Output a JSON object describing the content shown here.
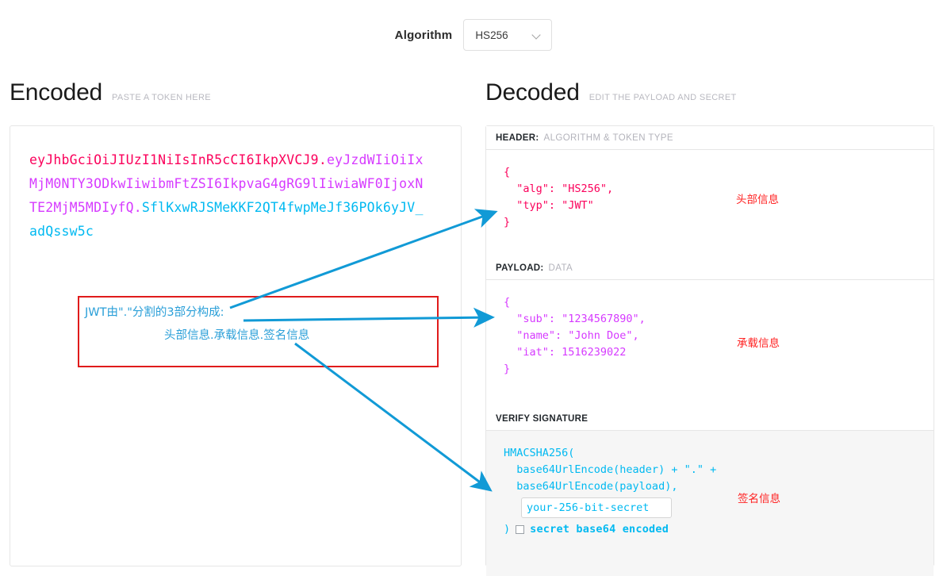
{
  "toolbar": {
    "algorithm_label": "Algorithm",
    "algorithm_value": "HS256",
    "chevron_icon": "chevron-down-icon"
  },
  "encoded": {
    "title": "Encoded",
    "subtitle": "PASTE A TOKEN HERE",
    "token": {
      "header": "eyJhbGciOiJIUzI1NiIsInR5cCI6IkpXVCJ9",
      "payload": "eyJzdWIiOiIxMjM0NTY3ODkwIiwibmFtZSI6IkpvaG4gRG9lIiwiaWF0IjoxNTE2MjM5MDIyfQ",
      "signature": "SflKxwRJSMeKKF2QT4fwpMeJf36POk6yJV_adQssw5c",
      "separator": "."
    },
    "colors": {
      "header": "#fb015b",
      "payload": "#d63aff",
      "signature": "#00b9f1"
    }
  },
  "decoded": {
    "title": "Decoded",
    "subtitle": "EDIT THE PAYLOAD AND SECRET",
    "sections": [
      {
        "label": "HEADER:",
        "hint": "ALGORITHM & TOKEN TYPE",
        "code": "{\n  \"alg\": \"HS256\",\n  \"typ\": \"JWT\"\n}"
      },
      {
        "label": "PAYLOAD:",
        "hint": "DATA",
        "code": "{\n  \"sub\": \"1234567890\",\n  \"name\": \"John Doe\",\n  \"iat\": 1516239022\n}"
      },
      {
        "label": "VERIFY SIGNATURE",
        "hint": "",
        "code_line1": "HMACSHA256(",
        "code_line2": "  base64UrlEncode(header) + \".\" +",
        "code_line3": "  base64UrlEncode(payload),",
        "secret_value": "your-256-bit-secret",
        "closing_paren": ")",
        "base64_checkbox_label": "secret base64 encoded",
        "base64_checked": false
      }
    ]
  },
  "annotations": {
    "red_box": {
      "line1": "JWT由\".\"分割的3部分构成:",
      "line2": "头部信息.承载信息.签名信息",
      "border_color": "#e01b1b",
      "text_color": "#2a9fd8"
    },
    "labels": [
      {
        "name": "header-note",
        "text": "头部信息",
        "color": "#ff2323"
      },
      {
        "name": "payload-note",
        "text": "承载信息",
        "color": "#ff2323"
      },
      {
        "name": "signature-note",
        "text": "签名信息",
        "color": "#ff2323"
      }
    ],
    "arrow_color": "#119ad6"
  }
}
